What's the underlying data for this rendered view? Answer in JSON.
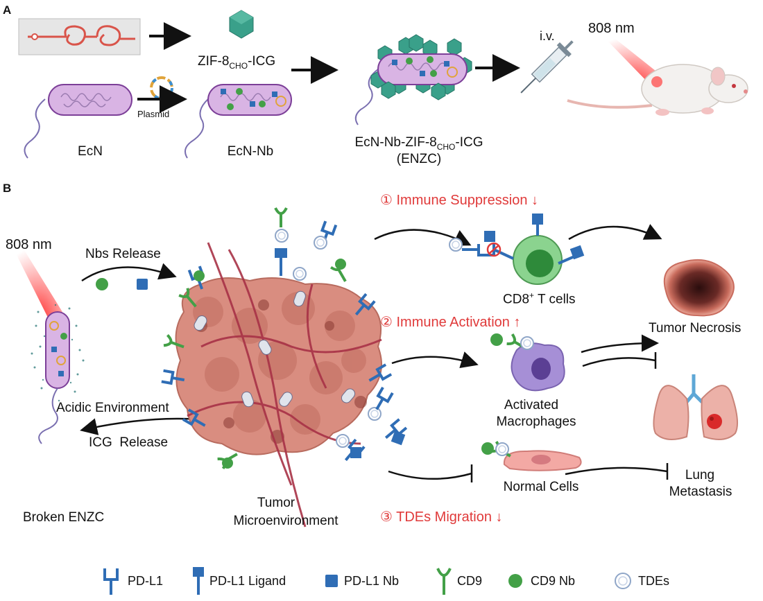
{
  "panels": {
    "a": "A",
    "b": "B"
  },
  "panel_a": {
    "zif": "ZIF-8",
    "zif_sub": "CHO",
    "zif_suffix": "-ICG",
    "plasmid": "Plasmid",
    "ecn": "EcN",
    "ecn_nb": "EcN-Nb",
    "enzc_line1_a": "EcN-Nb-ZIF-8",
    "enzc_line1_sub": "CHO",
    "enzc_line1_b": "-ICG",
    "enzc_line2": "(ENZC)",
    "iv": "i.v.",
    "laser": "808 nm"
  },
  "panel_b": {
    "laser": "808 nm",
    "nbs_release": "Nbs Release",
    "acidic": "Acidic Environment",
    "icg_release": "ICG  Release",
    "broken": "Broken ENZC",
    "tme_line1": "Tumor",
    "tme_line2": "Microenvironment",
    "step1": "① Immune Suppression ↓",
    "step2": "② Immune Activation ↑",
    "step3": "③ TDEs Migration ↓",
    "cd8": "CD8",
    "cd8_sup": "+",
    "cd8_suffix": " T cells",
    "macro_line1": "Activated",
    "macro_line2": "Macrophages",
    "normal": "Normal Cells",
    "necrosis": "Tumor Necrosis",
    "lung_line1": "Lung",
    "lung_line2": "Metastasis"
  },
  "legend": [
    {
      "icon": "pd-l1-icon",
      "label": "PD-L1"
    },
    {
      "icon": "pd-l1-ligand-icon",
      "label": "PD-L1 Ligand"
    },
    {
      "icon": "pd-l1-nb-icon",
      "label": "PD-L1 Nb"
    },
    {
      "icon": "cd9-icon",
      "label": "CD9"
    },
    {
      "icon": "cd9-nb-icon",
      "label": "CD9 Nb"
    },
    {
      "icon": "tdes-icon",
      "label": "TDEs"
    }
  ],
  "colors": {
    "text_red": "#e03a3a",
    "receptor_blue": "#2f6db5",
    "cd9_green": "#43a047",
    "bacteria_purple": "#c79ad6",
    "zif_teal": "#3aa08a",
    "tumor_pink": "#d98d80",
    "vessel": "#a83247"
  }
}
